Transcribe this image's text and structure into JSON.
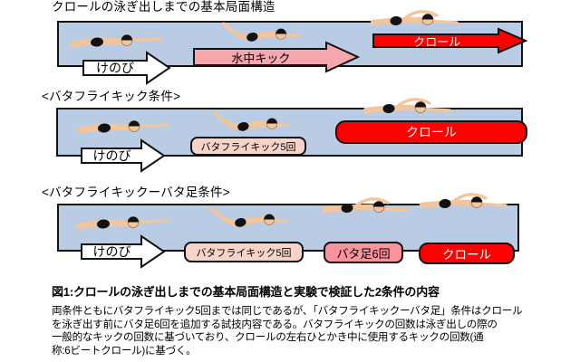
{
  "figure": {
    "panel_basic": {
      "heading": "クロールの泳ぎ出しまでの基本局面構造",
      "glide_label": "けのび",
      "underwater_kick_label": "水中キック",
      "crawl_label": "クロール"
    },
    "panel_butterfly": {
      "heading": "<バタフライキック条件>",
      "glide_label": "けのび",
      "butterfly_kick_label": "バタフライキック5回",
      "crawl_label": "クロール"
    },
    "panel_butterfly_flutter": {
      "heading": "<バタフライキックーバタ足条件>",
      "glide_label": "けのび",
      "butterfly_kick_label": "バタフライキック5回",
      "flutter_kick_label": "バタ足6回",
      "crawl_label": "クロール"
    },
    "caption": "図1:クロールの泳ぎ出しまでの基本局面構造と実験で検証した2条件の内容",
    "description_lines": [
      "両条件ともにバタフライキック5回までは同じであるが、「バタフライキックーバタ足」条件はクロール",
      "を泳ぎ出す前にバタ足6回を追加する試技内容である。バタフライキックの回数は泳ぎ出しの際の",
      "一般的なキックの回数に基づいており、クロールの左右ひとかき中に使用するキックの回数(通",
      "称:6ビートクロール)に基づく。"
    ]
  },
  "icons": {
    "swimmer_glide": "swimmer-glide-icon",
    "swimmer_dolphin_kick": "swimmer-dolphin-kick-icon",
    "swimmer_crawl": "swimmer-crawl-icon"
  },
  "colors": {
    "panel_background": "#b9cce4",
    "outline": "#111111",
    "glide_arrow": "#ffffff",
    "underwater_kick_arrow": "#f6a6ad",
    "crawl_red": "#fe0000",
    "butterfly_kick_box": "#f7d3c9",
    "flutter_kick_box": "#f9929b",
    "crawl_text": "#ffffff",
    "text": "#000000",
    "skin": "#f2c59b"
  }
}
